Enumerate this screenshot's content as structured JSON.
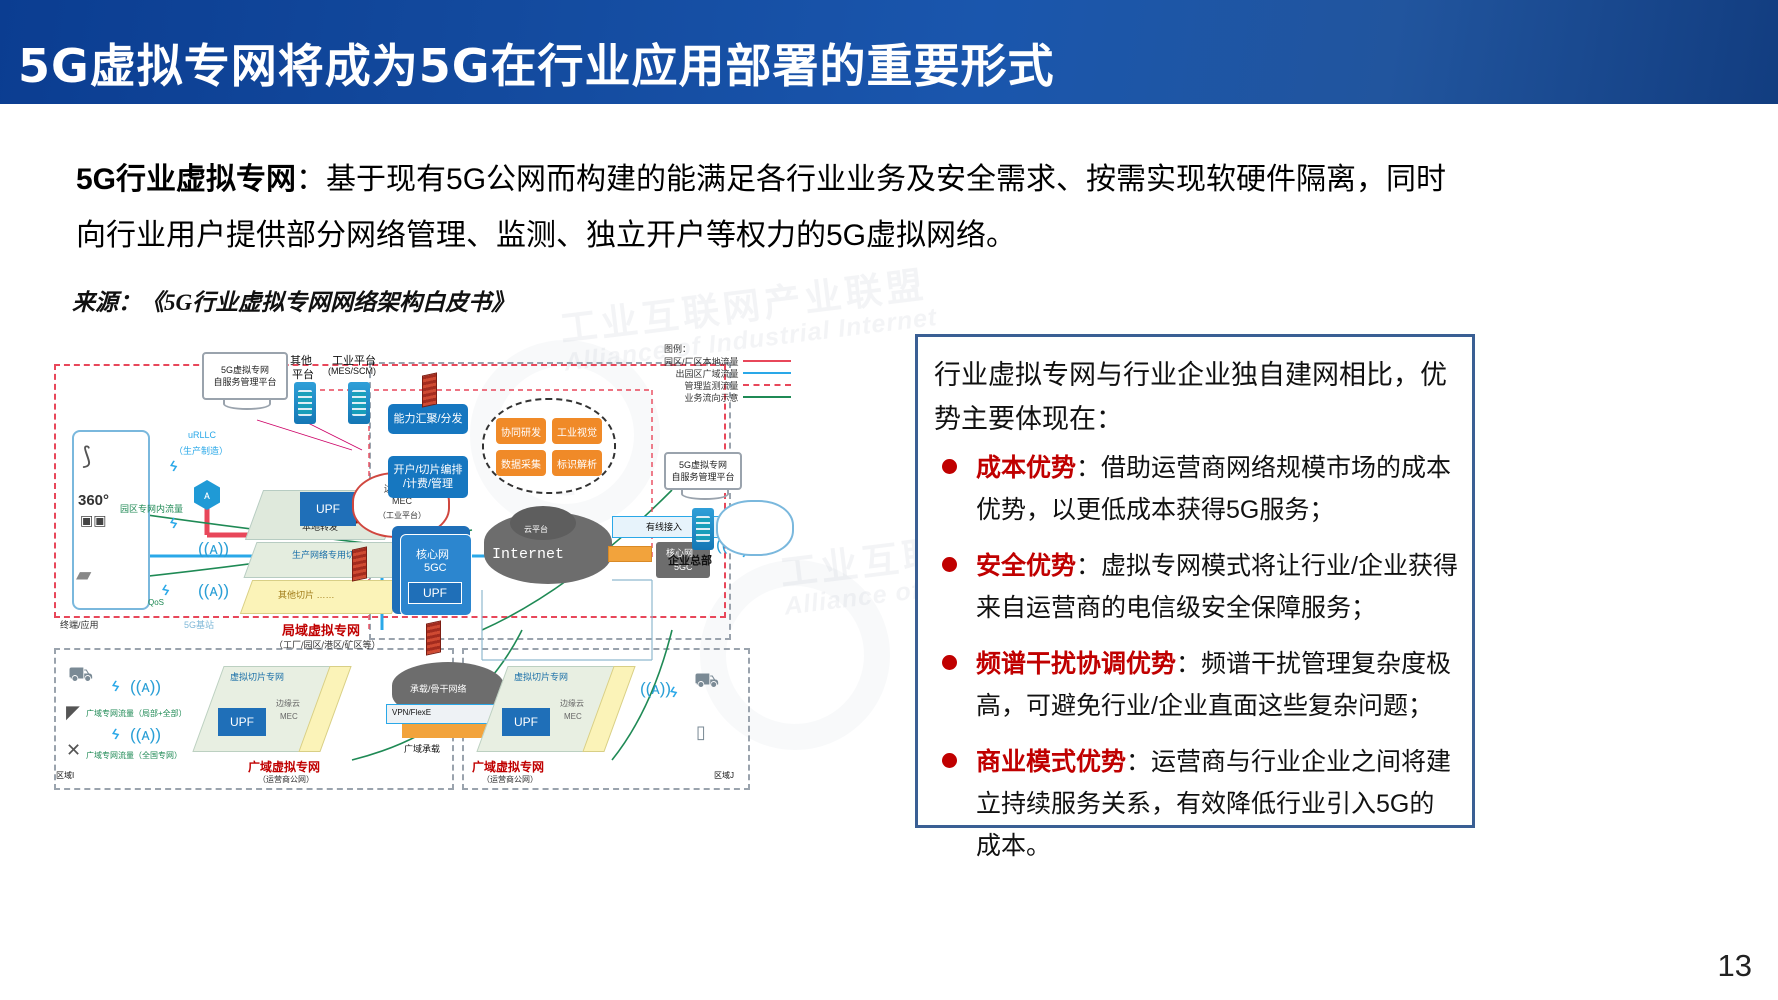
{
  "title": "5G虚拟专网将成为5G在行业应用部署的重要形式",
  "definition": {
    "lead": "5G行业虚拟专网",
    "body": "：基于现有5G公网而构建的能满足各行业业务及安全需求、按需实现软硬件隔离，同时向行业用户提供部分网络管理、监测、独立开户等权力的5G虚拟网络。"
  },
  "source": "来源：《5G行业虚拟专网网络架构白皮书》",
  "callout": {
    "heading": "行业虚拟专网与行业企业独自建网相比，优势主要体现在：",
    "bullets": [
      {
        "key": "成本优势",
        "text": "：借助运营商网络规模市场的成本优势，以更低成本获得5G服务；"
      },
      {
        "key": "安全优势",
        "text": "：虚拟专网模式将让行业/企业获得来自运营商的电信级安全保障服务；"
      },
      {
        "key": "频谱干扰协调优势",
        "text": "：频谱干扰管理复杂度极高，可避免行业/企业直面这些复杂问题；"
      },
      {
        "key": "商业模式优势",
        "text": "：运营商与行业企业之间将建立持续服务关系，有效降低行业引入5G的成本。"
      }
    ]
  },
  "page_number": "13",
  "watermark": {
    "cn": "工业互联网产业联盟",
    "en": "Alliance of Industrial Internet"
  },
  "colors": {
    "banner_blue": "#0b3d91",
    "accent_red": "#c00000",
    "callout_border": "#3a5f94",
    "node_blue": "#1677c0",
    "node_orange": "#f08a28"
  },
  "diagram": {
    "legend": {
      "title": "图例：",
      "items": [
        {
          "label": "园区/厂区本地流量",
          "color": "#e8475a",
          "style": "solid"
        },
        {
          "label": "出园区广域流量",
          "color": "#2aa8e8",
          "style": "solid"
        },
        {
          "label": "管理监测流量",
          "color": "#e8475a",
          "style": "dashed"
        },
        {
          "label": "业务流向示意",
          "color": "#1f8a55",
          "style": "solid"
        }
      ]
    },
    "lan_zone": {
      "caption": "局域虚拟专网",
      "sub_caption": "（工厂/园区/港区/矿区等）",
      "terminal_label": "终端/应用",
      "base_station_label": "5G基站",
      "urllc_label": "uRLLC",
      "urllc_sub": "（生产制造）",
      "local_traffic_label": "园区专网内流量",
      "qos_label": "QoS",
      "local_forward": "本地转发",
      "slice_prod": "生产网络专用切片",
      "slice_other": "其他切片 ……",
      "upf": "UPF",
      "mec_cloud": [
        "边缘云",
        "MEC",
        "（工业平台）"
      ],
      "devices": [
        "robot-arm",
        "360-camera",
        "agv-vehicle"
      ]
    },
    "platforms": {
      "monitor": [
        "5G虚拟专网",
        "自服务管理平台"
      ],
      "other_platform": [
        "其他",
        "平台"
      ],
      "industry_platform": [
        "工业平台",
        "(MES/SCM)"
      ]
    },
    "mid_zone": {
      "cap_box": "能力汇聚/分发",
      "mgmt_box": [
        "开户/切片编排",
        "/计费/管理"
      ],
      "core_net": [
        "核心网",
        "5GC"
      ],
      "core_upf": "UPF"
    },
    "app_cloud": {
      "items": [
        "协同研发",
        "工业视觉",
        "数据采集",
        "标识解析"
      ]
    },
    "internet": {
      "cloud_platform": "云平台",
      "label": "Internet",
      "wired_access": "有线接入",
      "core_net": [
        "核心网",
        "5GC"
      ],
      "hq_label": "企业总部",
      "hq_monitor": [
        "5G虚拟专网",
        "自服务管理平台"
      ]
    },
    "wan_zone_left": {
      "region": "区域I",
      "caption": "广域虚拟专网",
      "sub_caption": "（运营商公网）",
      "slice_label": "虚拟切片专网",
      "upf": "UPF",
      "mec": [
        "边缘云",
        "MEC"
      ],
      "traffic_label": "广域专网流量（局部+全部）",
      "traffic_label2": "广域专网流量（全国专网）"
    },
    "wan_zone_right": {
      "region": "区域J",
      "caption": "广域虚拟专网",
      "sub_caption": "（运营商公网）",
      "slice_label": "虚拟切片专网",
      "upf": "UPF",
      "mec": [
        "边缘云",
        "MEC"
      ]
    },
    "backbone": {
      "label": "承载/骨干网络",
      "vpn": "VPN/FlexE",
      "caption": "广域承载"
    }
  }
}
